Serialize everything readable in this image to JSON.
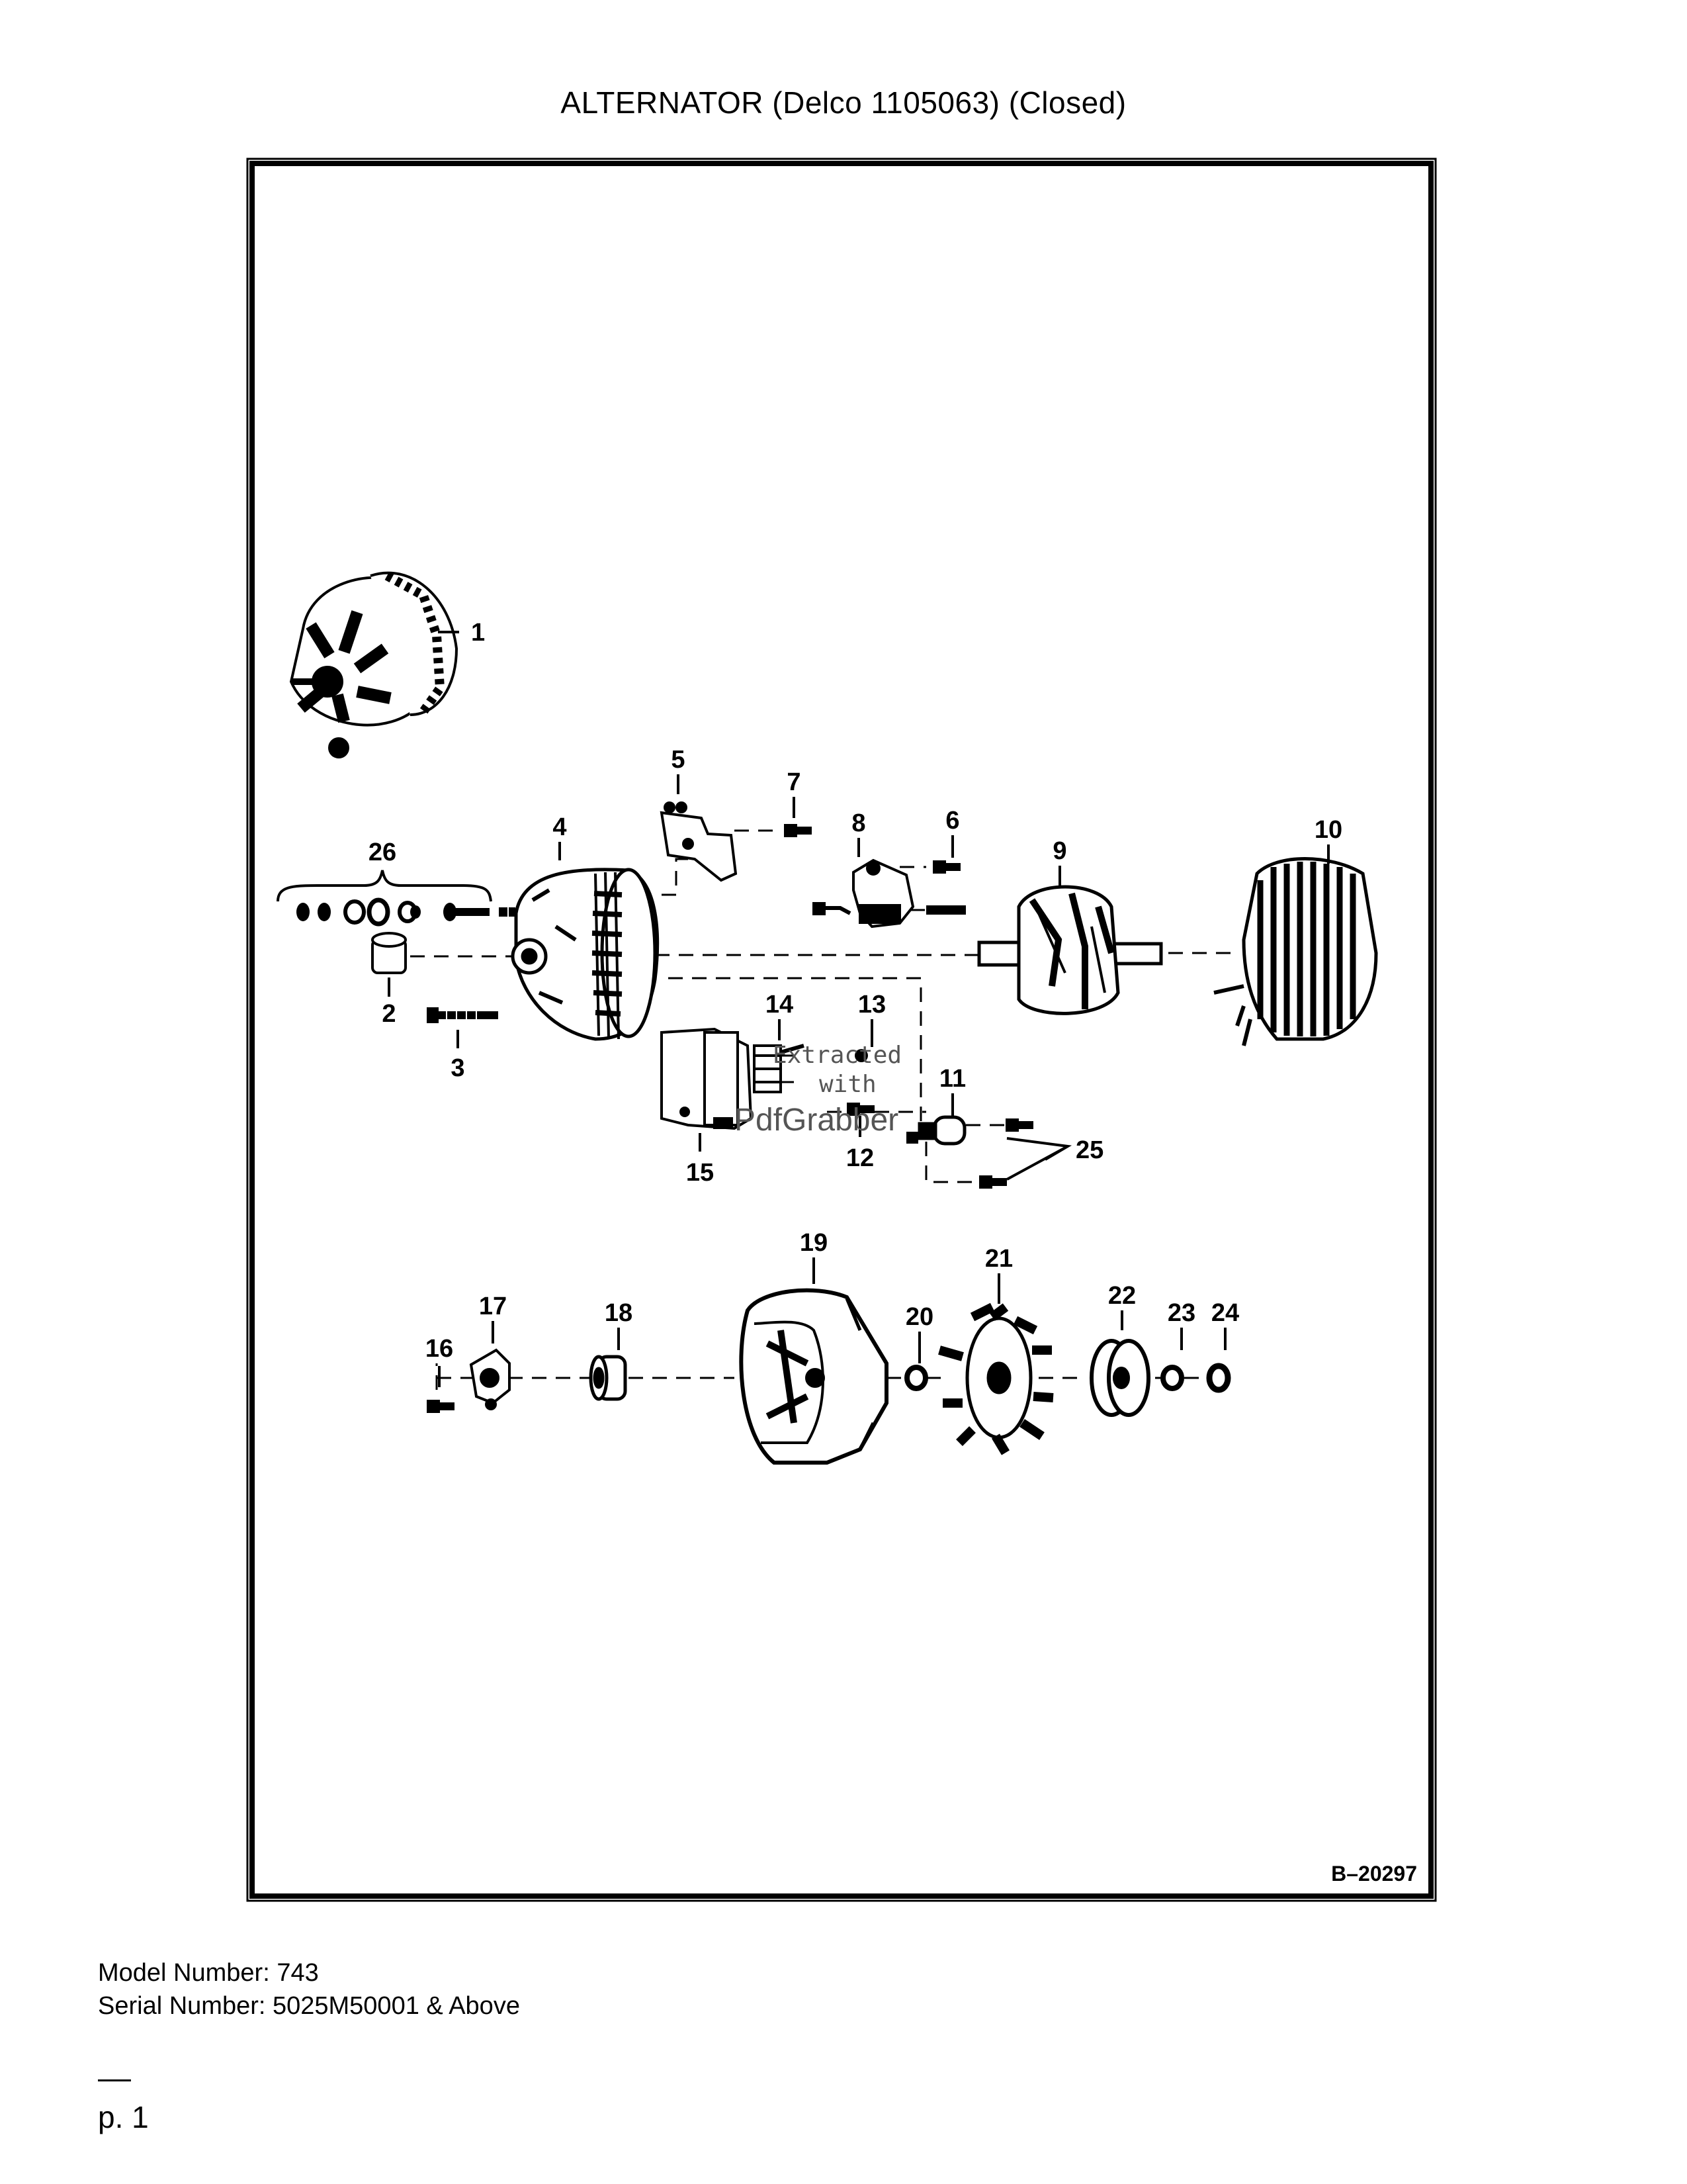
{
  "document": {
    "title": "ALTERNATOR (Delco 1105063) (Closed)",
    "figure_reference": "B–20297",
    "model_number": "Model Number: 743",
    "serial_number": "Serial Number: 5025M50001 & Above",
    "page_number": "p. 1"
  },
  "diagram": {
    "callouts": [
      "1",
      "2",
      "3",
      "4",
      "5",
      "6",
      "7",
      "8",
      "9",
      "10",
      "11",
      "12",
      "13",
      "14",
      "15",
      "16",
      "17",
      "18",
      "19",
      "20",
      "21",
      "22",
      "23",
      "24",
      "25",
      "26"
    ],
    "watermark": [
      "Extracted",
      "with",
      "PdfGrabber"
    ]
  }
}
